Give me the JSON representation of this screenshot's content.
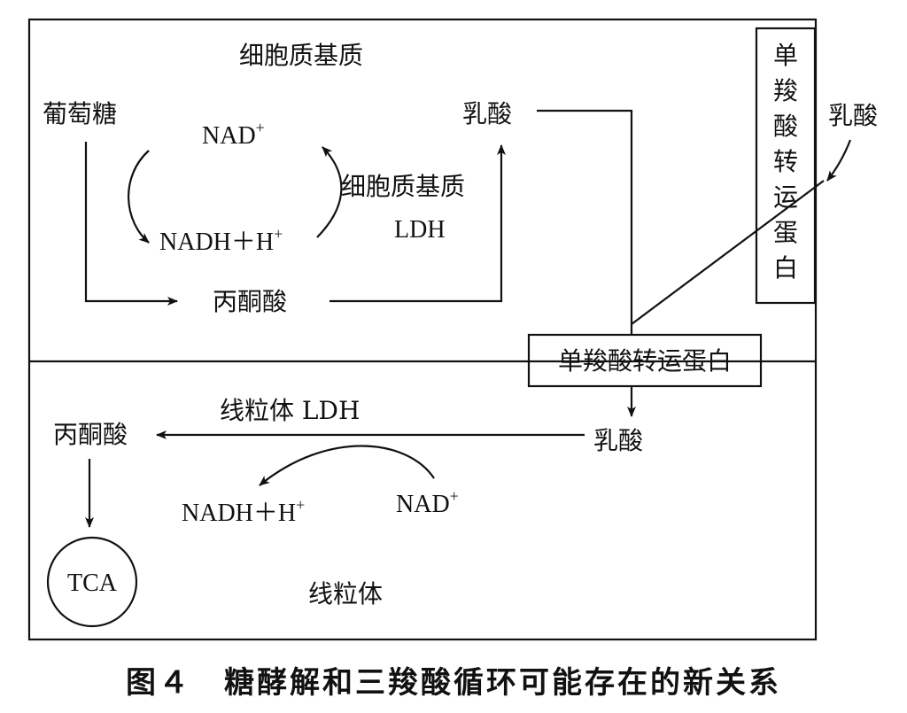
{
  "cytoplasm": {
    "region_label": "细胞质基质",
    "glucose": "葡萄糖",
    "nad": "NAD",
    "nad_sup": "+",
    "nadh": "NADH＋H",
    "nadh_sup": "+",
    "enzyme_line1": "细胞质基质",
    "enzyme_line2": "LDH",
    "pyruvate": "丙酮酸",
    "lactate": "乳酸"
  },
  "transporter": {
    "vertical_chars": [
      "单",
      "羧",
      "酸",
      "转",
      "运",
      "蛋",
      "白"
    ],
    "horizontal": "单羧酸转运蛋白",
    "outside_lactate": "乳酸"
  },
  "mitochondria": {
    "region_label": "线粒体",
    "enzyme": "线粒体 LDH",
    "lactate": "乳酸",
    "pyruvate": "丙酮酸",
    "nad": "NAD",
    "nad_sup": "+",
    "nadh": "NADH＋H",
    "nadh_sup": "+",
    "tca": "TCA"
  },
  "caption": "图４　糖酵解和三羧酸循环可能存在的新关系"
}
